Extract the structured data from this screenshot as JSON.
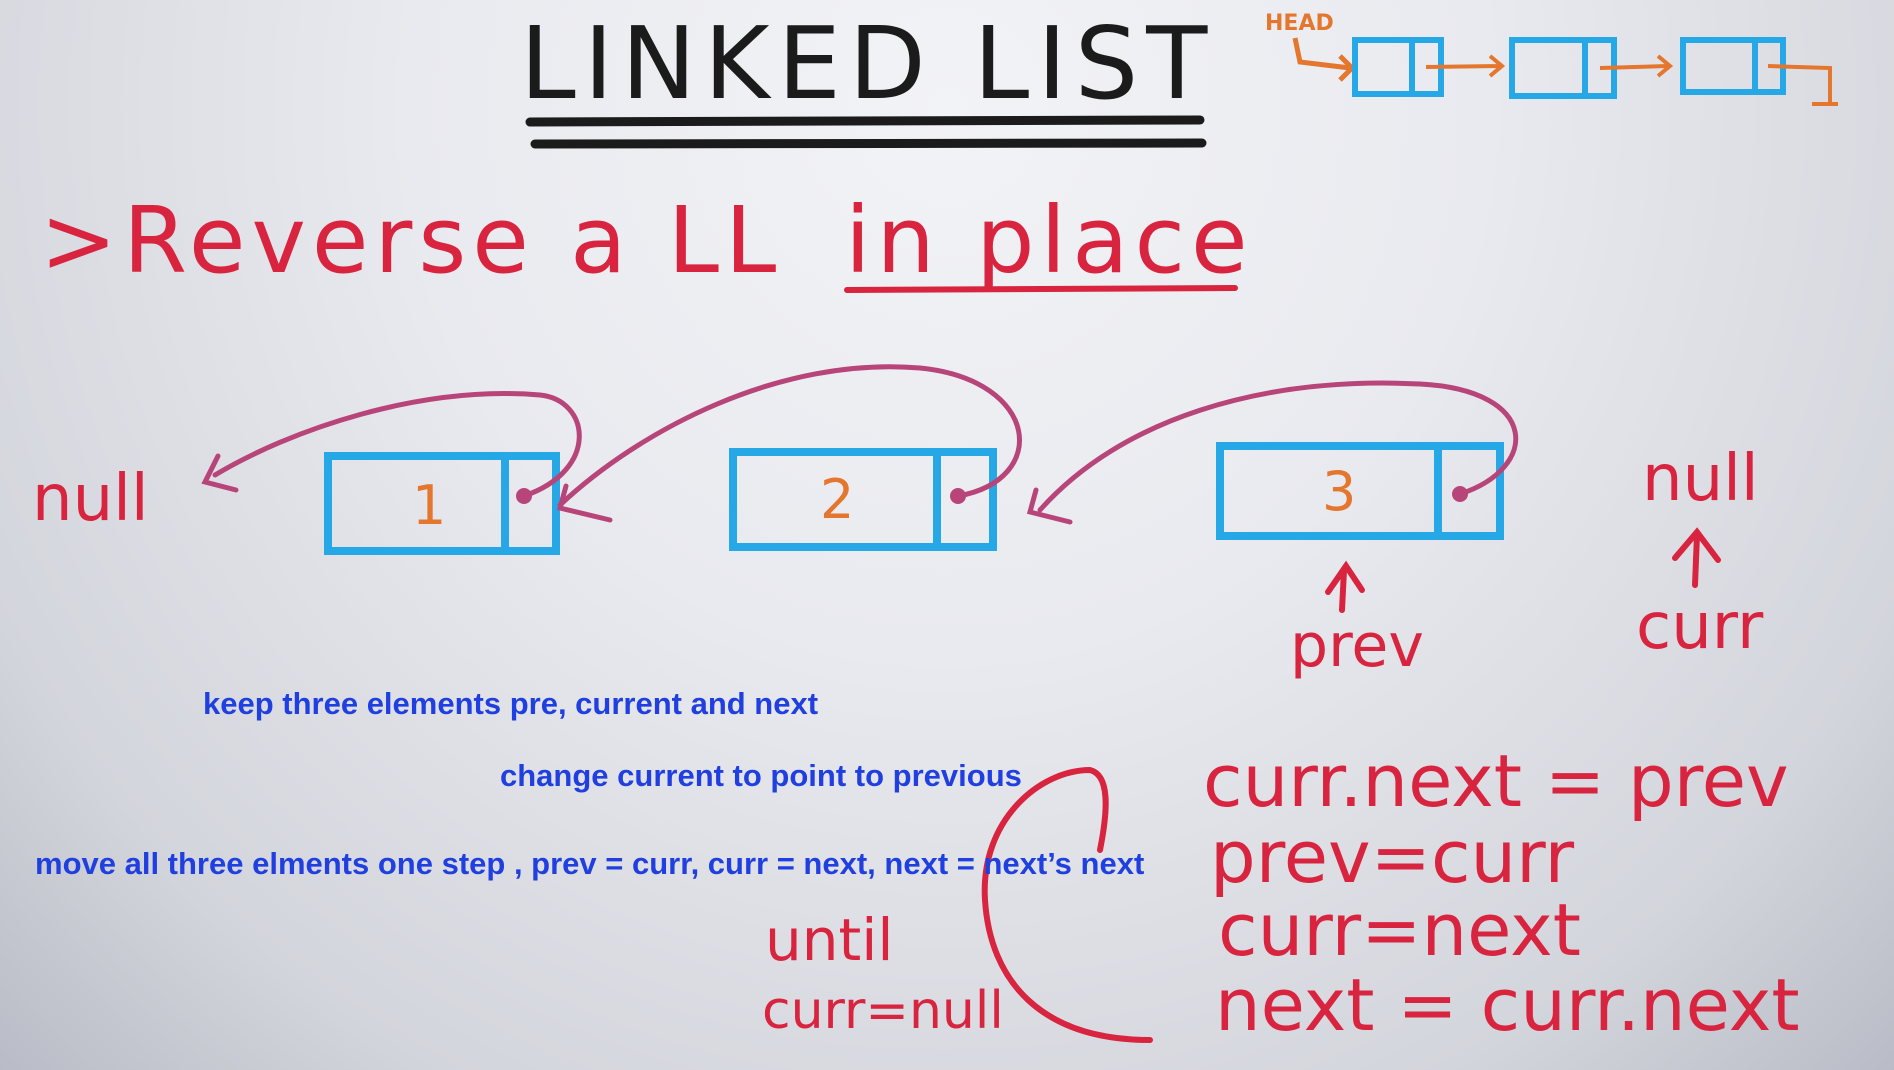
{
  "title": "LINKED LIST",
  "header_diagram": {
    "head_label": "HEAD"
  },
  "subtitle": {
    "prefix": ">Reverse a LL",
    "emphasis": "in place"
  },
  "nodes": [
    {
      "value": "1"
    },
    {
      "value": "2"
    },
    {
      "value": "3"
    }
  ],
  "labels": {
    "null_left": "null",
    "null_right": "null",
    "prev": "prev",
    "curr": "curr"
  },
  "loop": {
    "until": "until",
    "condition": "curr=null",
    "steps": [
      "curr.next = prev",
      "prev=curr",
      "curr=next",
      "next = curr.next"
    ]
  },
  "annotations": [
    "keep three elements pre, current and next",
    "change current to point to previous",
    "move all three elments one step , prev = curr, curr = next, next = next’s next"
  ],
  "colors": {
    "black_marker": "#1b1b1b",
    "red_marker": "#d8243f",
    "blue_marker": "#27a8e6",
    "orange_marker": "#e4762e",
    "purple_marker": "#b8457a",
    "annotation_blue": "#1f3fe0"
  }
}
